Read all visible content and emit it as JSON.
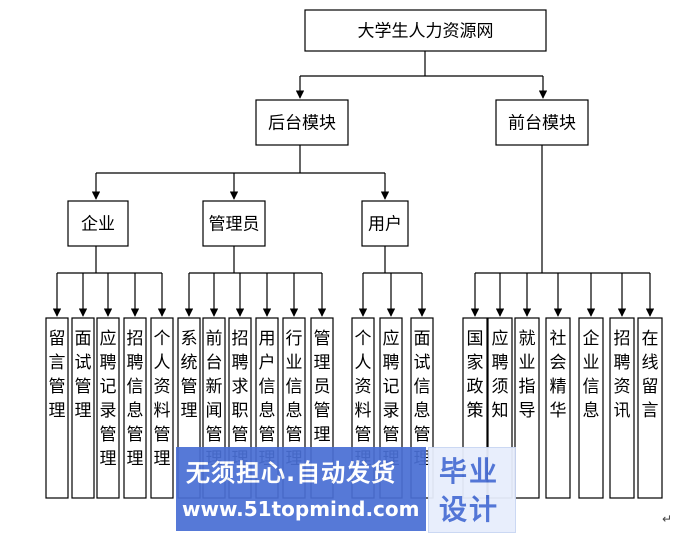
{
  "title": "大学生人力资源网",
  "back_module": {
    "label": "后台模块",
    "roles": [
      {
        "label": "企业",
        "items": [
          "留言管理",
          "面试管理",
          "应聘记录管理",
          "招聘信息管理",
          "个人资料管理"
        ]
      },
      {
        "label": "管理员",
        "items": [
          "系统管理",
          "前台新闻管理",
          "招聘求职管理",
          "用户信息管理",
          "行业信息管理",
          "管理员管理"
        ]
      },
      {
        "label": "用户",
        "items": [
          "个人资料管理",
          "应聘记录管理",
          "面试信息管理"
        ]
      }
    ]
  },
  "front_module": {
    "label": "前台模块",
    "items": [
      "国家政策",
      "应聘须知",
      "就业指导",
      "社会精华",
      "企业信息",
      "招聘资讯",
      "在线留言"
    ]
  },
  "watermark": {
    "line1": "无须担心.自动发货",
    "line2": "www.51topmind.com",
    "logo_line1": "毕业",
    "logo_line2": "设计"
  },
  "return_mark": "↵",
  "colors": {
    "line": "#000000",
    "watermark_blue": "#4a6fd4",
    "logo_bg": "#e7eefc"
  }
}
